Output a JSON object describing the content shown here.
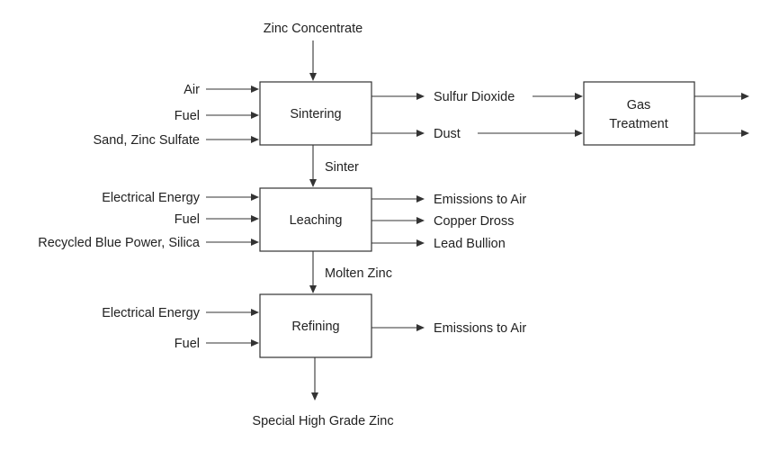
{
  "processes": {
    "sintering": "Sintering",
    "leaching": "Leaching",
    "refining": "Refining",
    "gas_treatment_line1": "Gas",
    "gas_treatment_line2": "Treatment"
  },
  "inputs": {
    "zinc_concentrate": "Zinc Concentrate",
    "air": "Air",
    "fuel_sintering": "Fuel",
    "sand_zinc_sulfate": "Sand, Zinc Sulfate",
    "electrical_energy_leaching": "Electrical Energy",
    "fuel_leaching": "Fuel",
    "recycled_blue_power_silica": "Recycled Blue Power, Silica",
    "electrical_energy_refining": "Electrical Energy",
    "fuel_refining": "Fuel"
  },
  "intermediates": {
    "sinter": "Sinter",
    "molten_zinc": "Molten Zinc"
  },
  "outputs": {
    "sulfur_dioxide": "Sulfur Dioxide",
    "dust": "Dust",
    "emissions_to_air_leaching": "Emissions to Air",
    "copper_dross": "Copper Dross",
    "lead_bullion": "Lead Bullion",
    "emissions_to_air_refining": "Emissions to Air",
    "special_high_grade_zinc": "Special High Grade Zinc"
  }
}
